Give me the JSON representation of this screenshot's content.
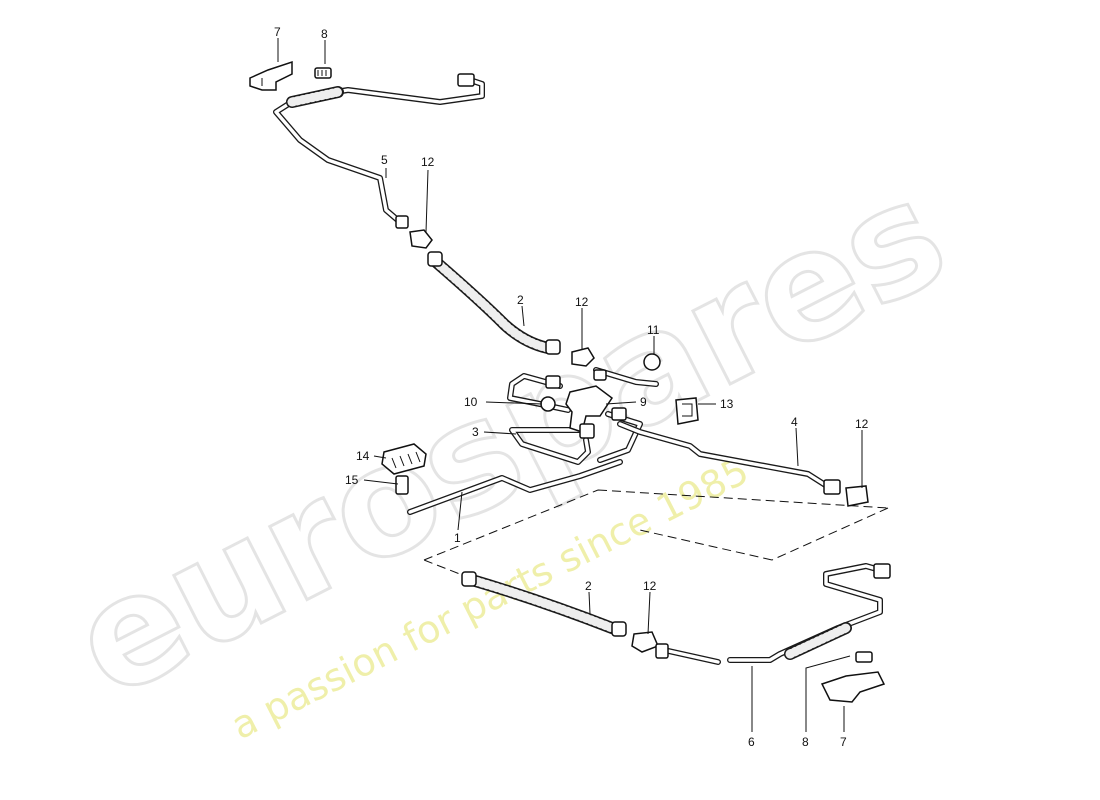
{
  "watermark": {
    "brand": "eurospares",
    "tagline": "a passion for parts since 1985"
  },
  "callouts": {
    "c1": "1",
    "c2_top": "2",
    "c2_bottom": "2",
    "c3": "3",
    "c4": "4",
    "c5": "5",
    "c6": "6",
    "c7_top": "7",
    "c7_bottom": "7",
    "c8_top": "8",
    "c8_bottom": "8",
    "c9": "9",
    "c10": "10",
    "c11": "11",
    "c12_a": "12",
    "c12_b": "12",
    "c12_c": "12",
    "c12_d": "12",
    "c13": "13",
    "c14": "14",
    "c15": "15"
  },
  "colors": {
    "line": "#111111",
    "watermark_grey": "#dcdcdc",
    "watermark_yellow": "#ecec96"
  }
}
